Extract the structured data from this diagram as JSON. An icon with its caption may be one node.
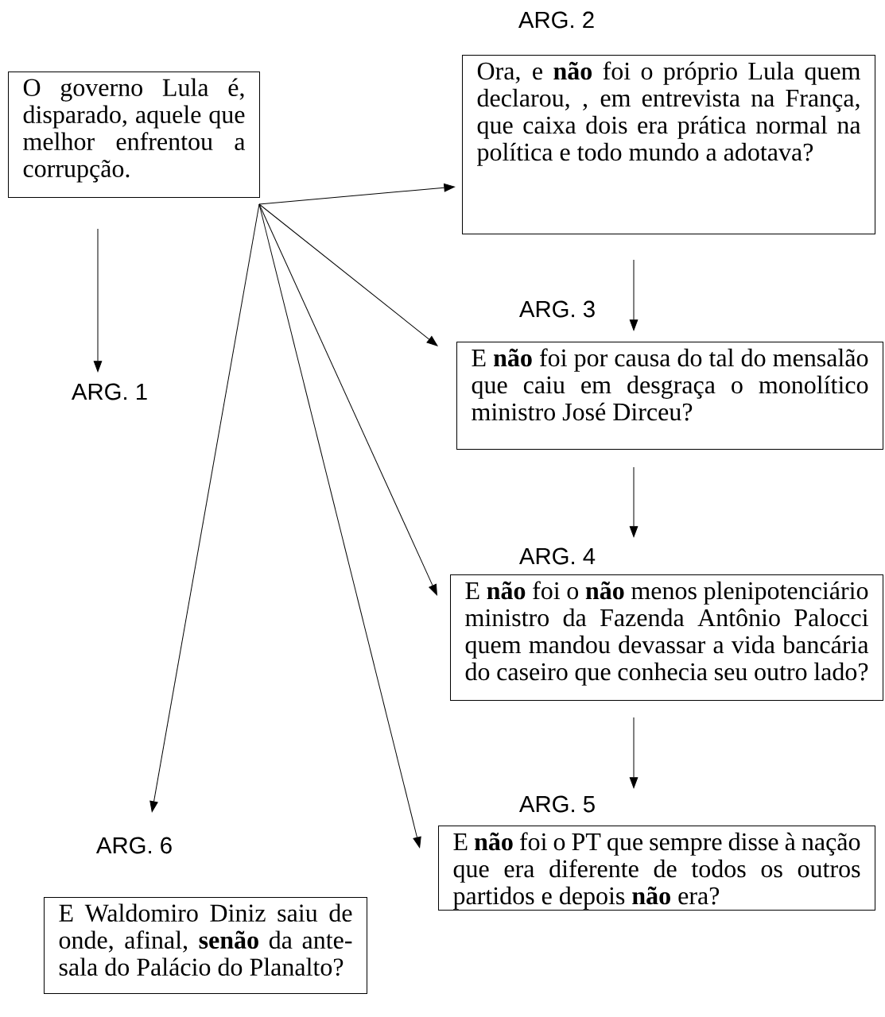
{
  "diagram": {
    "nodes": [
      {
        "text": [
          "O governo Lula é, disparado, aquele que melhor enfrentou a corrupção."
        ]
      },
      {
        "text": [
          "ARG. 1"
        ]
      },
      {
        "text": [
          "ARG. 2",
          "Ora, e **não** foi o próprio Lula quem declarou, , em entrevista na França, que caixa dois era prática normal na política e todo mundo a adotava?"
        ]
      },
      {
        "text": [
          "ARG. 3",
          "E **não** foi por causa do tal do mensalão que caiu em desgraça o monolítico ministro José Dirceu?"
        ]
      },
      {
        "text": [
          "ARG. 4",
          "E **não** foi o **não** menos plenipotenciário ministro da Fazenda Antônio Palocci quem mandou devassar a vida bancária do caseiro que conhecia seu outro lado?"
        ]
      },
      {
        "text": [
          "ARG. 5",
          "E **não** foi o PT que sempre disse à nação que era diferente de todos os outros partidos e depois **não** era?"
        ]
      },
      {
        "text": [
          "ARG. 6",
          "E Waldomiro Diniz saiu de onde, afinal, **senão** da ante-sala do Palácio do Planalto?"
        ]
      }
    ],
    "edges": [
      {
        "from": 0,
        "to": 1,
        "arrow": "to"
      },
      {
        "from": 0,
        "to": 2,
        "arrow": "to"
      },
      {
        "from": 0,
        "to": 3,
        "arrow": "to"
      },
      {
        "from": 0,
        "to": 4,
        "arrow": "to"
      },
      {
        "from": 0,
        "to": 5,
        "arrow": "to"
      },
      {
        "from": 0,
        "to": 6,
        "arrow": "to"
      },
      {
        "from": 2,
        "to": 3,
        "arrow": "to"
      },
      {
        "from": 3,
        "to": 4,
        "arrow": "to"
      },
      {
        "from": 4,
        "to": 5,
        "arrow": "to"
      }
    ]
  }
}
